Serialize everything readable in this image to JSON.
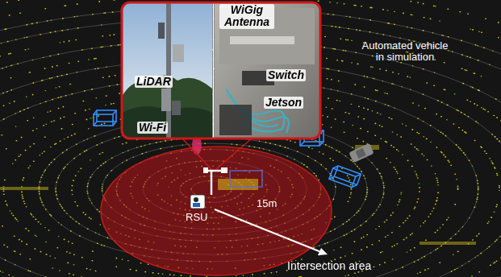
{
  "diagram": {
    "labels": [
      "WiGig Antenna",
      "LiDAR",
      "Wi-Fi",
      "Switch",
      "Jetson",
      "Automated vehicle in simulation",
      "RSU",
      "15m",
      "Intersection area"
    ]
  }
}
